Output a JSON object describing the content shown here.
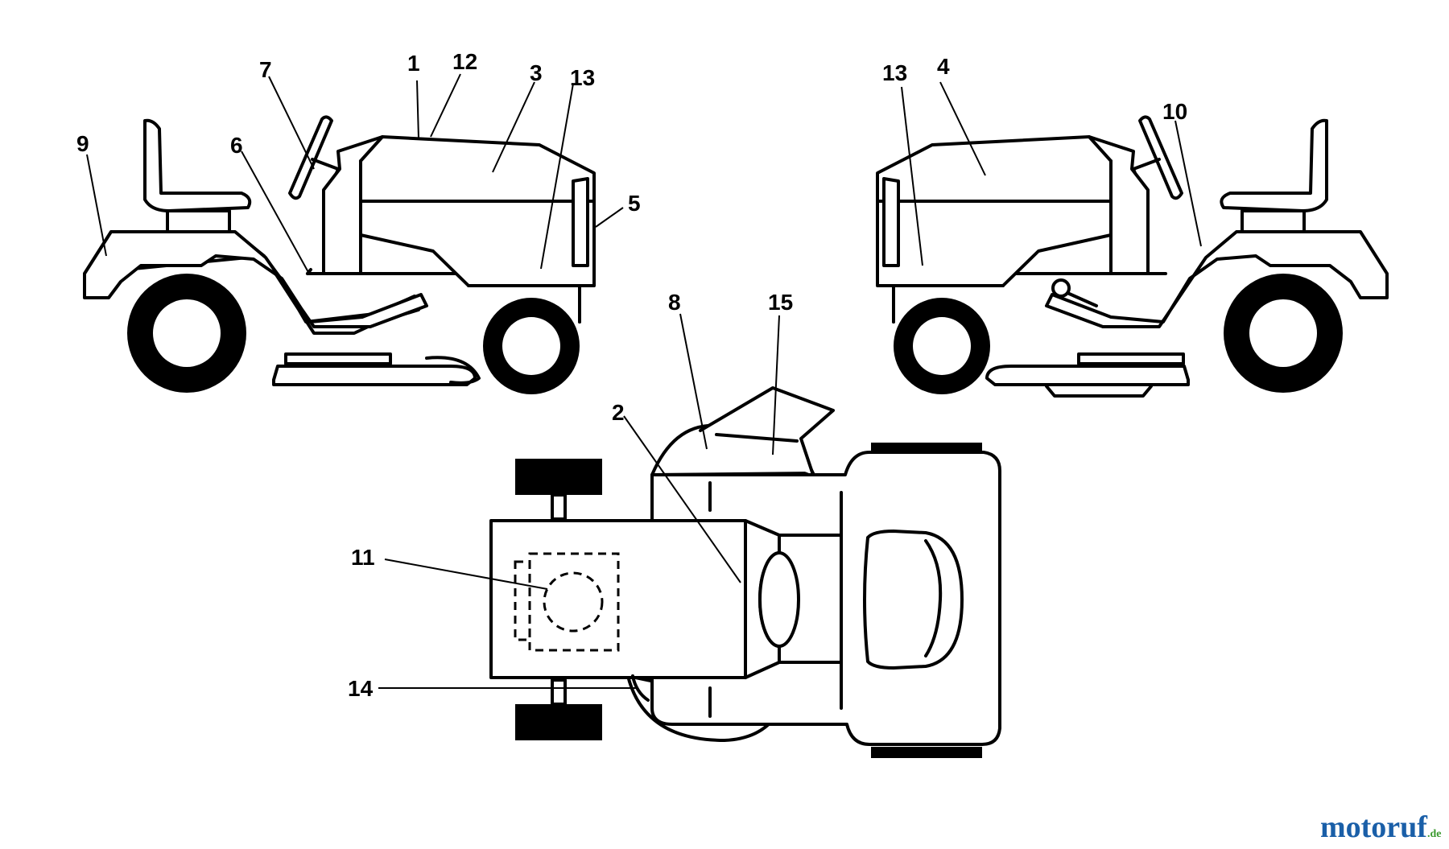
{
  "callouts": [
    {
      "id": "1",
      "text": "1"
    },
    {
      "id": "2",
      "text": "2"
    },
    {
      "id": "3",
      "text": "3"
    },
    {
      "id": "4",
      "text": "4"
    },
    {
      "id": "5",
      "text": "5"
    },
    {
      "id": "6",
      "text": "6"
    },
    {
      "id": "7",
      "text": "7"
    },
    {
      "id": "8",
      "text": "8"
    },
    {
      "id": "9",
      "text": "9"
    },
    {
      "id": "10",
      "text": "10"
    },
    {
      "id": "11",
      "text": "11"
    },
    {
      "id": "12",
      "text": "12"
    },
    {
      "id": "13a",
      "text": "13"
    },
    {
      "id": "13b",
      "text": "13"
    },
    {
      "id": "14",
      "text": "14"
    },
    {
      "id": "15",
      "text": "15"
    }
  ],
  "watermark": {
    "brand_main": "motoruf",
    "brand_suffix": ".de",
    "color_blue": "#1a5fa8",
    "color_green": "#3b9a2f"
  }
}
